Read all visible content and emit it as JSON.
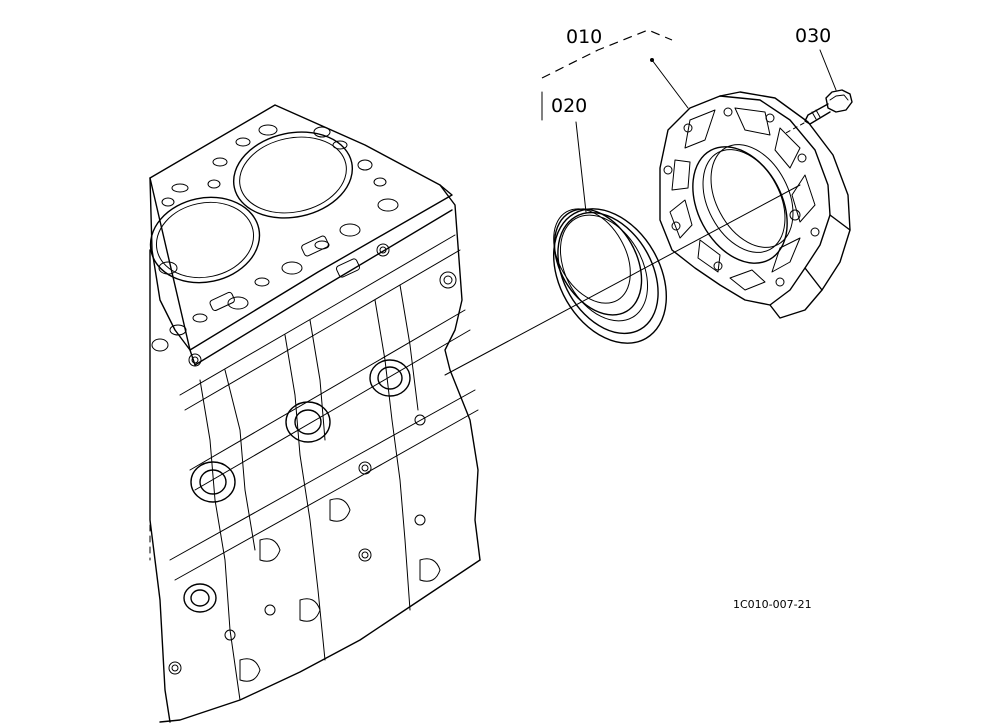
{
  "labels": {
    "part_010": "010",
    "part_020": "020",
    "part_030": "030"
  },
  "figure_code": "1C010-007-21"
}
